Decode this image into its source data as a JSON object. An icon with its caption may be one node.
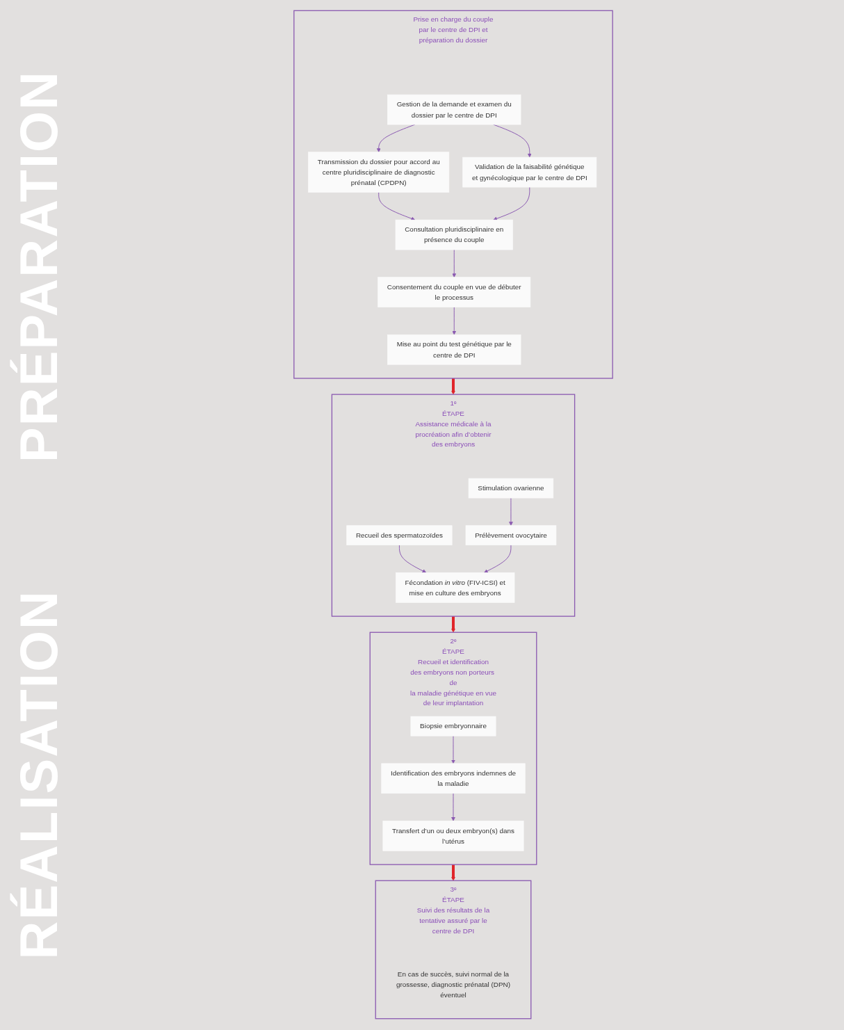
{
  "diagram": {
    "nodes": [
      {
        "text": [
          "Prise en charge du couple par le centre de DPI et préparation du dossier"
        ]
      },
      {
        "text": [
          "Gestion de la demande et examen du dossier par le centre de DPI"
        ],
        "in": 0
      },
      {
        "text": [
          "Transmission du dossier pour accord au centre pluridisciplinaire de diagnostic prénatal (CPDPN)"
        ],
        "in": 0
      },
      {
        "text": [
          "Validation de la faisabilité génétique et gynécologique par le centre de DPI"
        ],
        "in": 0
      },
      {
        "text": [
          "Consultation pluridisciplinaire en présence du couple"
        ],
        "in": 0
      },
      {
        "text": [
          "Consentement du couple en vue de débuter le processus"
        ],
        "in": 0
      },
      {
        "text": [
          "Mise au point du test génétique par le centre de DPI"
        ],
        "in": 0
      },
      {
        "text": [
          "1ᵉ",
          "ÉTAPE",
          "Assistance médicale à la procréation afin d’obtenir des embryons"
        ]
      },
      {
        "text": [
          "Stimulation ovarienne"
        ],
        "in": 7
      },
      {
        "text": [
          "Recueil des spermatozoïdes"
        ],
        "in": 7
      },
      {
        "text": [
          "Prélèvement ovocytaire"
        ],
        "in": 7
      },
      {
        "text": [
          "Fécondation *in vitro* (FIV-ICSI) et mise en culture des embryons"
        ],
        "in": 7
      },
      {
        "text": [
          "2ᵉ",
          "ÉTAPE",
          "Recueil et identification des embryons non porteurs de la maladie génétique en vue de leur implantation"
        ]
      },
      {
        "text": [
          "Biopsie embryonnaire"
        ],
        "in": 12
      },
      {
        "text": [
          "Identification des embryons indemnes de la maladie"
        ],
        "in": 12
      },
      {
        "text": [
          "Transfert d’un ou deux embryon(s) dans l’utérus"
        ],
        "in": 12
      },
      {
        "text": [
          "3ᵉ",
          "ÉTAPE",
          "Suivi des résultats de la tentative assuré par le centre de DPI"
        ]
      },
      {
        "text": [
          "En cas de succès, suivi normal de la grossesse, diagnostic prénatal (DPN) éventuel"
        ],
        "in": 16
      }
    ],
    "edges": [
      {
        "from": 1,
        "to": 2,
        "arrow": "to"
      },
      {
        "from": 1,
        "to": 3,
        "arrow": "to"
      },
      {
        "from": 2,
        "to": 4,
        "arrow": "to"
      },
      {
        "from": 3,
        "to": 4,
        "arrow": "to"
      },
      {
        "from": 4,
        "to": 5,
        "arrow": "to"
      },
      {
        "from": 5,
        "to": 6,
        "arrow": "to"
      },
      {
        "from": 0,
        "to": 7,
        "arrow": "to",
        "style": "thick",
        "color": "#e0262b"
      },
      {
        "from": 8,
        "to": 10,
        "arrow": "to"
      },
      {
        "from": 9,
        "to": 11,
        "arrow": "to"
      },
      {
        "from": 10,
        "to": 11,
        "arrow": "to"
      },
      {
        "from": 7,
        "to": 12,
        "arrow": "to",
        "style": "thick",
        "color": "#e0262b"
      },
      {
        "from": 13,
        "to": 14,
        "arrow": "to"
      },
      {
        "from": 14,
        "to": 15,
        "arrow": "to"
      },
      {
        "from": 12,
        "to": 16,
        "arrow": "to",
        "style": "thick",
        "color": "#e0262b"
      }
    ],
    "labels": [
      "PRÉPARATION",
      "RÉALISATION"
    ]
  }
}
